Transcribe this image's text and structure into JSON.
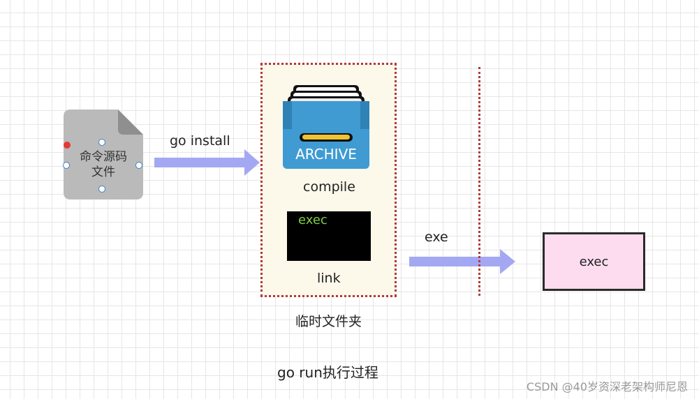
{
  "source_file": {
    "label_line1": "命令源码",
    "label_line2": "文件"
  },
  "arrow_install": {
    "label": "go install"
  },
  "archive_icon": {
    "text": "ARCHIVE"
  },
  "compile": {
    "label": "compile"
  },
  "exec_screen": {
    "text": "exec"
  },
  "link": {
    "label": "link"
  },
  "temp_folder": {
    "label": "临时文件夹"
  },
  "arrow_exe": {
    "label": "exe"
  },
  "exec_box": {
    "label": "exec"
  },
  "caption": "go run执行过程",
  "watermark": "CSDN @40岁资深老架构师尼恩",
  "colors": {
    "arrow": "#a4a8f2",
    "file_gray": "#bababa",
    "archive_blue": "#3f9bd2",
    "archive_yellow": "#f1c232",
    "dotted_red": "#b03a3a",
    "temp_bg": "#fcf8ea",
    "exec_pink": "#fcdcee",
    "terminal_green": "#7ccd45"
  }
}
